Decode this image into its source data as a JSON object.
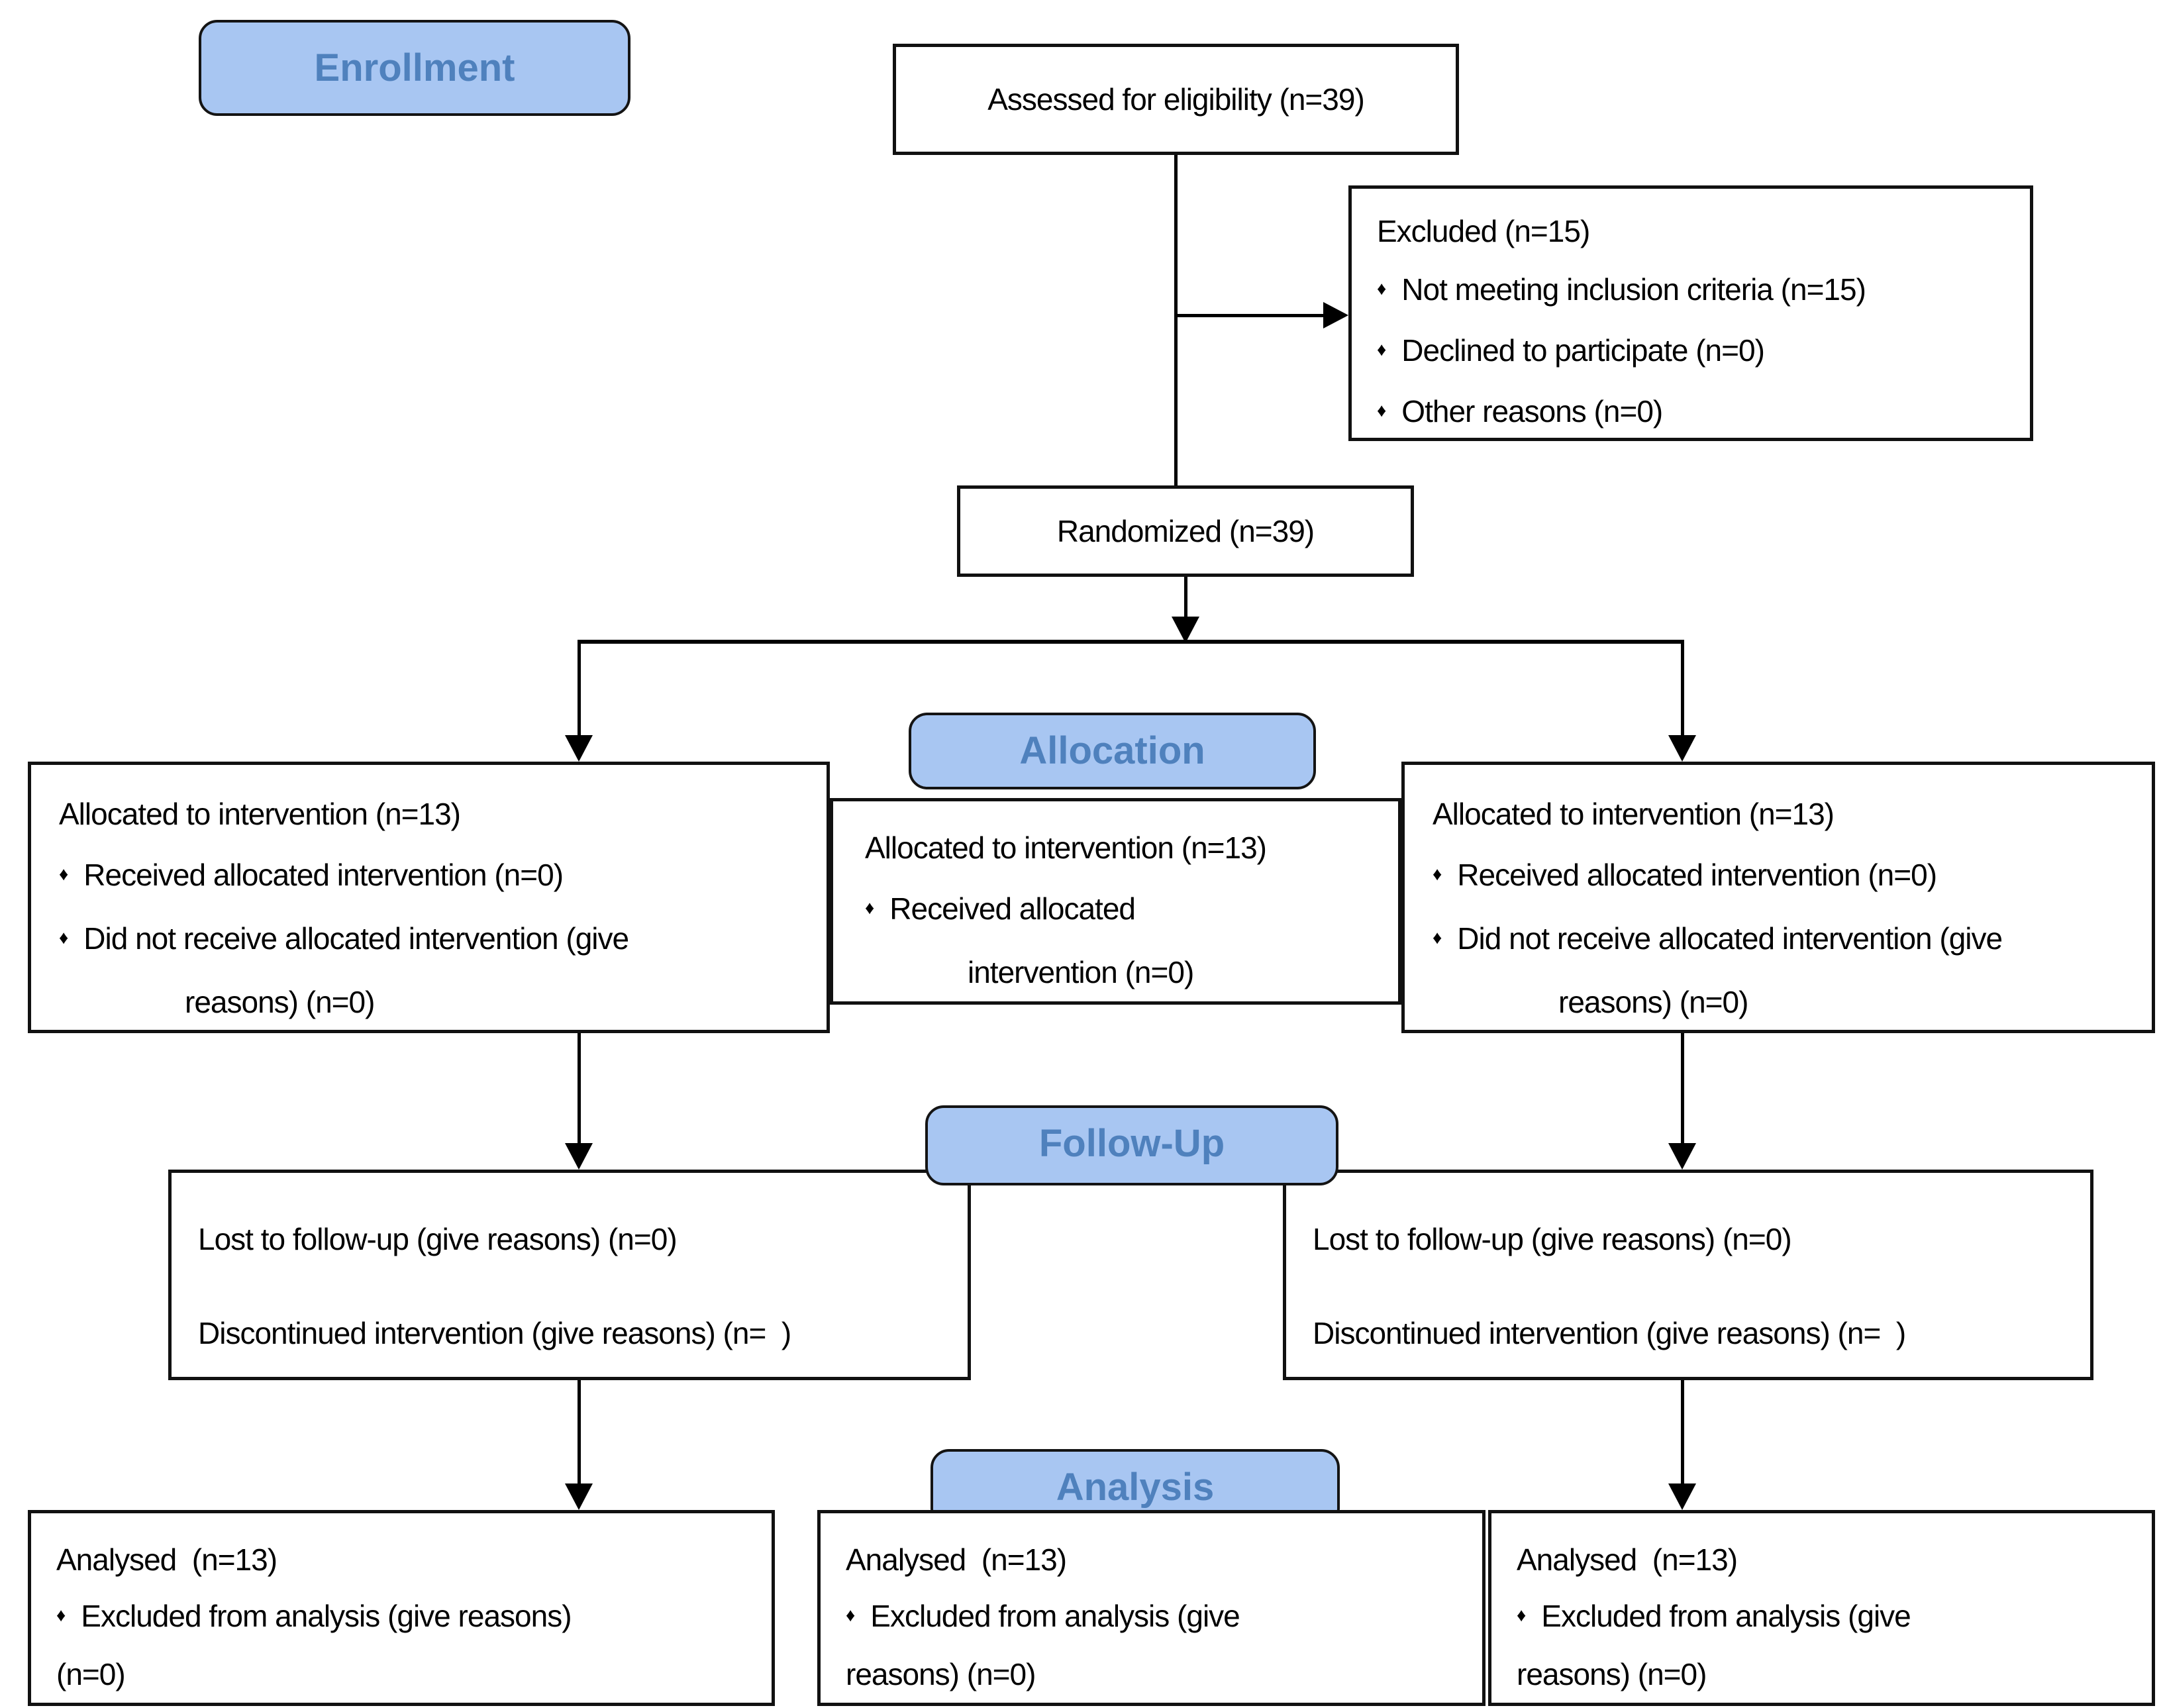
{
  "glyphs": {
    "bullet": "♦"
  },
  "colors": {
    "stage_fill": "#A8C6F2",
    "stage_text": "#4F81BD",
    "box_border": "#111111",
    "background": "#ffffff"
  },
  "stages": {
    "enrollment": "Enrollment",
    "allocation": "Allocation",
    "followup": "Follow-Up",
    "analysis": "Analysis"
  },
  "boxes": {
    "assessed": {
      "text": "Assessed for eligibility (n=39)"
    },
    "excluded": {
      "title": "Excluded  (n=15)",
      "items": [
        "Not meeting inclusion criteria (n=15)",
        "Declined to participate (n=0)",
        "Other reasons (n=0)"
      ]
    },
    "randomized": {
      "text": "Randomized (n=39)"
    },
    "alloc_left": {
      "title": "Allocated to intervention (n=13)",
      "bullet1": "Received allocated intervention (n=0)",
      "bullet2": "Did not receive allocated intervention (give",
      "bullet2_cont": "reasons) (n=0)"
    },
    "alloc_mid": {
      "title": "Allocated to intervention (n=13)",
      "bullet1": "Received allocated",
      "bullet1_cont": "intervention (n=0)"
    },
    "alloc_right": {
      "title": "Allocated to intervention (n=13)",
      "bullet1": "Received allocated intervention (n=0)",
      "bullet2": "Did not receive allocated intervention (give",
      "bullet2_cont": "reasons) (n=0)"
    },
    "fu_left": {
      "line1": "Lost to follow-up (give reasons) (n=0)",
      "line2": "Discontinued intervention (give reasons) (n=  )"
    },
    "fu_right": {
      "line1": "Lost to follow-up (give reasons) (n=0)",
      "line2": "Discontinued intervention (give reasons) (n=  )"
    },
    "an_left": {
      "title": "Analysed  (n=13)",
      "bullet1": "Excluded from analysis (give reasons)",
      "cont": "(n=0)"
    },
    "an_mid": {
      "title": "Analysed  (n=13)",
      "bullet1": "Excluded from analysis (give",
      "cont": "reasons) (n=0)"
    },
    "an_right": {
      "title": "Analysed  (n=13)",
      "bullet1": "Excluded from analysis (give",
      "cont": "reasons) (n=0)"
    }
  }
}
